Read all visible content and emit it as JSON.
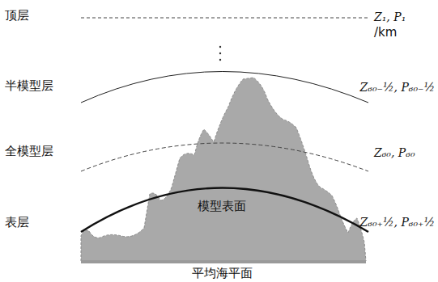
{
  "diagram": {
    "labels": [
      "顶层",
      "半模型层",
      "全模型层",
      "表层",
      "模型表面",
      "平均海平面",
      "Z₁, P₁",
      "/km",
      "Z₆₀₋½, P₆₀₋½",
      "Z₆₀, P₆₀",
      "Z₆₀₊½, P₆₀₊½"
    ]
  }
}
